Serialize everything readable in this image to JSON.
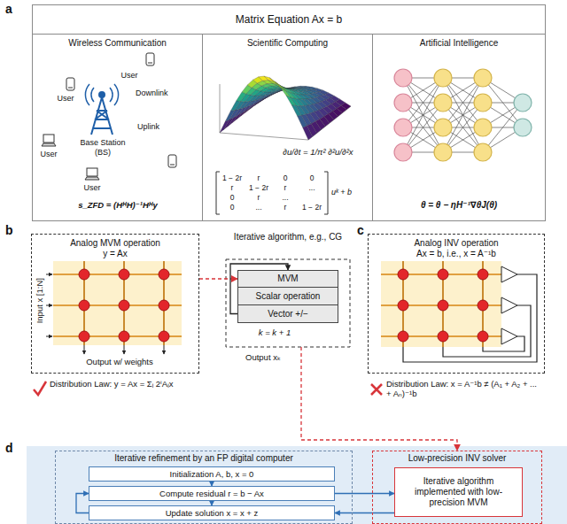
{
  "diagram": {
    "nodes": [
      {
        "text": [
          "Matrix Equation Ax = b"
        ]
      },
      {
        "text": [
          "Wireless Communication"
        ],
        "in": 0
      },
      {
        "text": [
          "Scientific Computing"
        ],
        "in": 0
      },
      {
        "text": [
          "Artificial Intelligence"
        ],
        "in": 0
      },
      {
        "text": [
          "Analog MVM operation",
          "y = Ax"
        ]
      },
      {
        "text": [
          "Iterative algorithm, e.g., CG"
        ]
      },
      {
        "text": [
          "MVM"
        ],
        "in": 5
      },
      {
        "text": [
          "Scalar operation"
        ],
        "in": 5
      },
      {
        "text": [
          "Vector +/−"
        ],
        "in": 5
      },
      {
        "text": [
          "Analog INV operation",
          "Ax = b, i.e., x = A⁻¹b"
        ]
      },
      {
        "text": [
          "Iterative refinement by an FP digital computer"
        ]
      },
      {
        "text": [
          "Initialization A, b, x = 0"
        ],
        "in": 10
      },
      {
        "text": [
          "Compute residual r = b − Ax"
        ],
        "in": 10
      },
      {
        "text": [
          "Update solution x = x + z"
        ],
        "in": 10
      },
      {
        "text": [
          "Low-precision INV solver"
        ]
      },
      {
        "text": [
          "Iterative algorithm implemented with low-precision MVM"
        ],
        "in": 14
      }
    ],
    "edges": [
      {
        "from": 4,
        "to": 6,
        "arrow": "to"
      },
      {
        "from": 8,
        "to": 6,
        "arrow": "to"
      },
      {
        "from": 5,
        "to": 14,
        "arrow": "to"
      },
      {
        "from": 11,
        "to": 12,
        "arrow": "to"
      },
      {
        "from": 12,
        "to": 13,
        "arrow": "to"
      },
      {
        "from": 12,
        "to": 15,
        "arrow": "to"
      },
      {
        "from": 15,
        "to": 13,
        "arrow": "to"
      },
      {
        "from": 13,
        "to": 12,
        "arrow": "to"
      }
    ],
    "labels": [
      "a",
      "User",
      "Downlink",
      "User",
      "Base Station (BS)",
      "Uplink",
      "User",
      "User",
      "s_ZFD = (HᴴH)⁻¹Hᴴy",
      "∂u/∂t = 1/π² ∂²u/∂²x",
      "1 − 2r",
      "r",
      "0",
      "0",
      "r",
      "1 − 2r",
      "r",
      "...",
      "0",
      "r",
      "...",
      "0",
      "...",
      "r",
      "1 − 2r",
      "uᵏ + b",
      "θ = θ − ηH⁻¹∇θJ(θ)",
      "b",
      "Input x [1:N]",
      "Output w/ weights",
      "Distribution Law: y = Ax = Σᵢ 2ⁱAᵢx",
      "k = k + 1",
      "Output xₖ",
      "c",
      "Distribution Law: x = A⁻¹b ≠ (A₁ + A₂ + ... + Aₙ)⁻¹b",
      "d"
    ]
  }
}
